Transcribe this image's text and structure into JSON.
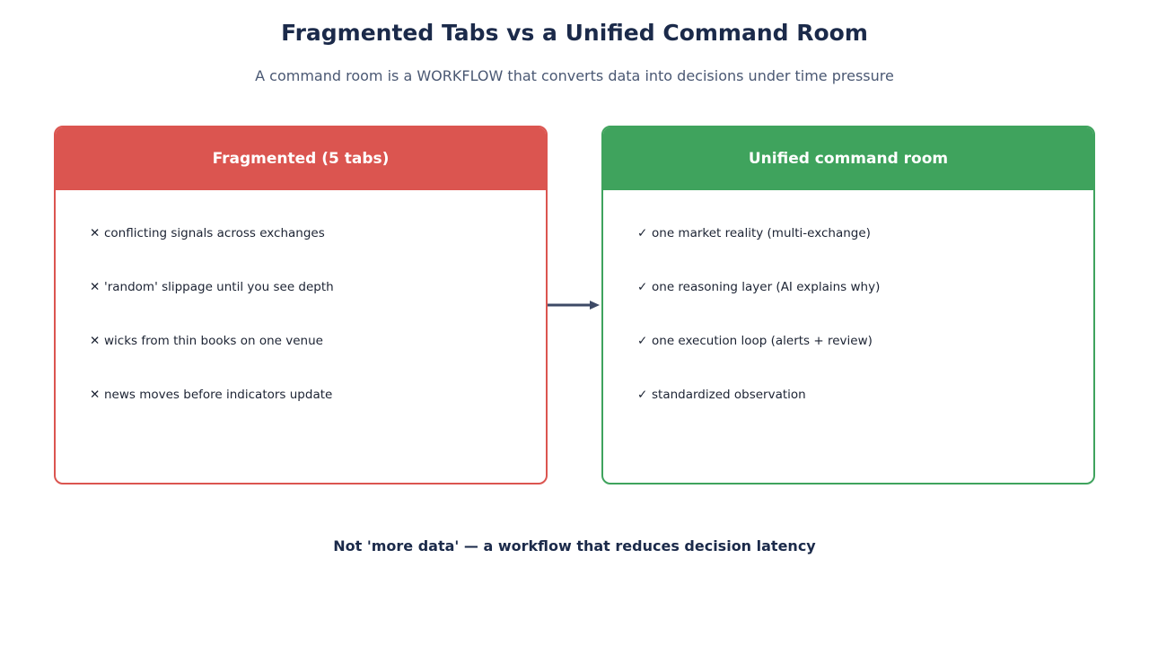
{
  "title": "Fragmented Tabs vs a Unified Command Room",
  "subtitle": "A command room is a WORKFLOW that converts data into decisions under time pressure",
  "left_panel": {
    "header": "Fragmented (5 tabs)",
    "bullet_symbol": "✕",
    "color": "#db5550",
    "items": [
      "conflicting signals across exchanges",
      "'random' slippage until you see depth",
      "wicks from thin books on one venue",
      "news moves before indicators update"
    ]
  },
  "right_panel": {
    "header": "Unified command room",
    "bullet_symbol": "✓",
    "color": "#3fa35d",
    "items": [
      "one market reality (multi-exchange)",
      "one reasoning layer (AI explains why)",
      "one execution loop (alerts + review)",
      "standardized observation"
    ]
  },
  "arrow_icon": "right-arrow-icon",
  "footer": "Not 'more data' — a workflow that reduces decision latency"
}
